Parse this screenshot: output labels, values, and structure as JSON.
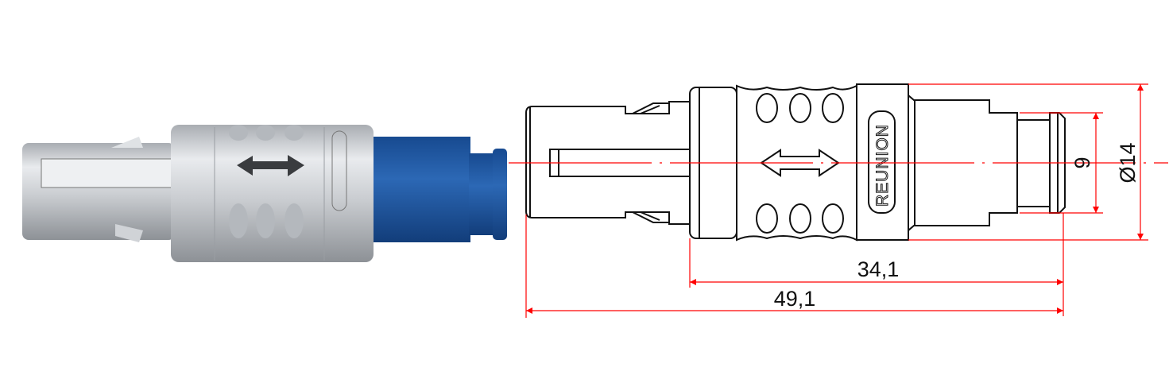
{
  "drawing": {
    "brand_label": "REUNION",
    "dimensions": {
      "overall_length": "49,1",
      "body_length": "34,1",
      "tip_diameter": "9",
      "body_diameter": "Ø14"
    },
    "colors": {
      "dimension_lines": "#ff0000",
      "render_body": "#c9ccd0",
      "render_collet": "#1f56a0"
    }
  }
}
